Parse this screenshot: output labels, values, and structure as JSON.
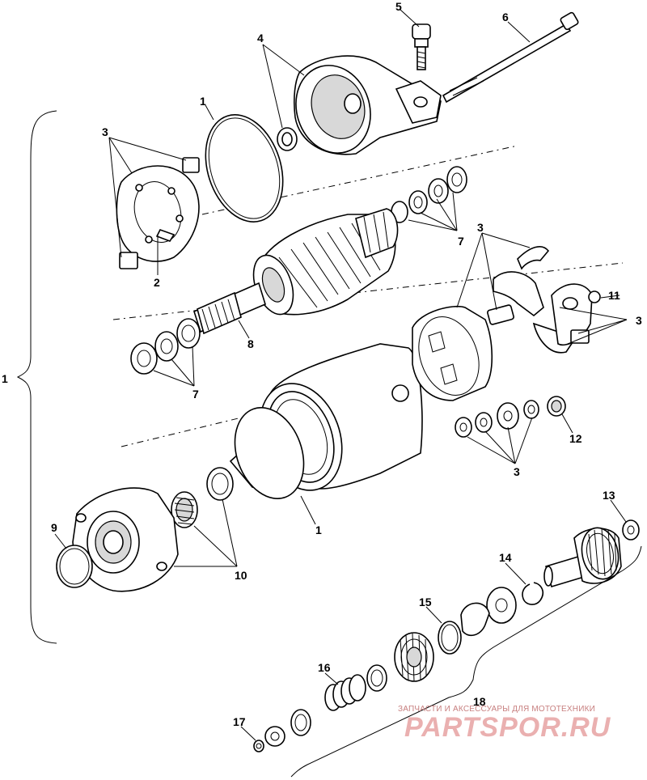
{
  "diagram": {
    "callouts": {
      "c1_top": "1",
      "c1_mid": "1",
      "c1_left": "1",
      "c2": "2",
      "c3_brushplate": "3",
      "c3_brushes": "3",
      "c3_holder": "3",
      "c3_washers": "3",
      "c4": "4",
      "c5": "5",
      "c6": "6",
      "c7_upper": "7",
      "c7_lower": "7",
      "c8": "8",
      "c9": "9",
      "c10": "10",
      "c11": "11",
      "c12": "12",
      "c13": "13",
      "c14": "14",
      "c15": "15",
      "c16": "16",
      "c17": "17",
      "c18": "18"
    }
  },
  "watermark": {
    "tagline": "ЗАПЧАСТИ И АКСЕССУАРЫ ДЛЯ МОТОТЕХНИКИ",
    "logo": "PARTSPOR.RU"
  }
}
